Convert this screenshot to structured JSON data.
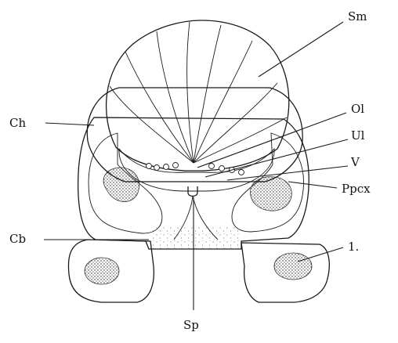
{
  "labels": {
    "sm": "Sm",
    "ol": "Ol",
    "ul": "Ul",
    "v": "V",
    "ppcx": "Ppcx",
    "ch": "Ch",
    "cb": "Cb",
    "one": "1.",
    "sp": "Sp"
  }
}
